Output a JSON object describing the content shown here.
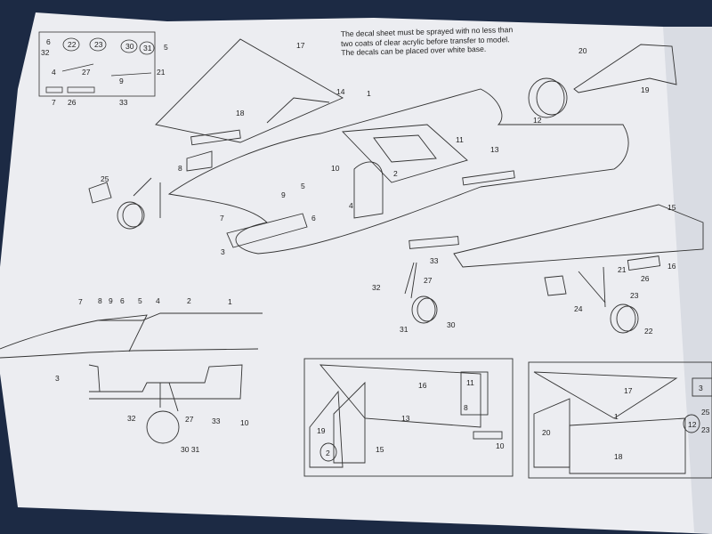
{
  "note": {
    "line1": "The decal sheet must be sprayed with no less than",
    "line2": "two coats of clear acrylic before transfer to model.",
    "line3": "The decals can be placed over white base."
  },
  "labels": {
    "p1": "1",
    "p2": "2",
    "p3": "3",
    "p4": "4",
    "p5": "5",
    "p6": "6",
    "p7": "7",
    "p8": "8",
    "p9": "9",
    "p10": "10",
    "p11": "11",
    "p12": "12",
    "p13": "13",
    "p14": "14",
    "p15": "15",
    "p16": "16",
    "p17": "17",
    "p18": "18",
    "p19": "19",
    "p20": "20",
    "p21": "21",
    "p22": "22",
    "p23": "23",
    "p24": "24",
    "p25": "25",
    "p26": "26",
    "p27": "27",
    "p30": "30",
    "p31": "31",
    "p32": "32",
    "p33": "33",
    "p30_31": "30 31"
  },
  "colors": {
    "background": "#1c2a44",
    "paper": "#ecedf1",
    "line": "#2a2a2a"
  }
}
